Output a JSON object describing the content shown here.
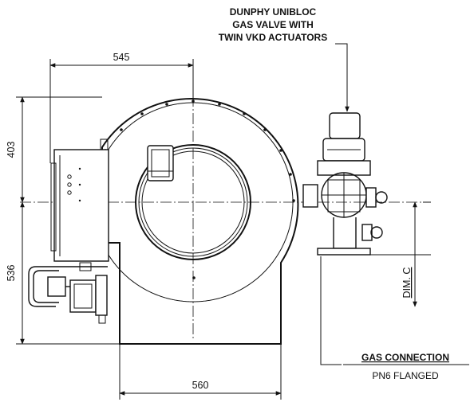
{
  "annotations": {
    "valve_line1": "DUNPHY UNIBLOC",
    "valve_line2": "GAS VALVE WITH",
    "valve_line3": "TWIN VKD ACTUATORS",
    "gas_connection": "GAS CONNECTION",
    "gas_flange": "PN6 FLANGED"
  },
  "dimensions": {
    "top_width": "545",
    "upper_height": "403",
    "lower_height": "536",
    "bottom_width": "560",
    "dim_c": "DIM. C"
  }
}
